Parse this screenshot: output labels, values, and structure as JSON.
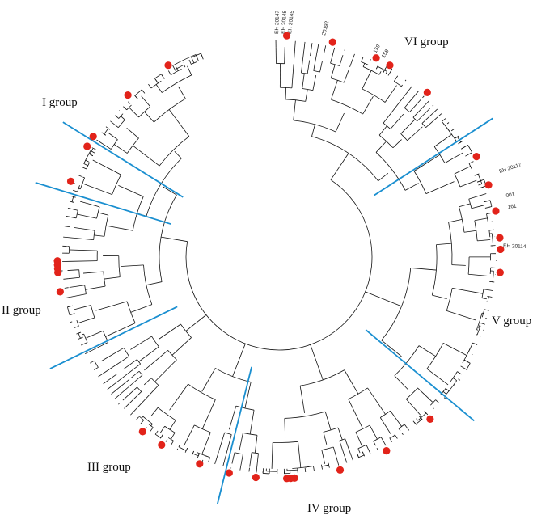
{
  "figure": {
    "group_labels": [
      "I group",
      "II group",
      "III group",
      "IV group",
      "V group",
      "VI group"
    ],
    "visible_leaf_labels": [
      "EH 20147",
      "EH 20148",
      "EH 20145",
      "20192",
      "159",
      "158",
      "EH 20117",
      "001",
      "161",
      "EH 20114"
    ],
    "colors": {
      "divider": "#1a8fd0",
      "marker": "#e2231a",
      "branch": "#111111",
      "label": "#111111"
    }
  }
}
